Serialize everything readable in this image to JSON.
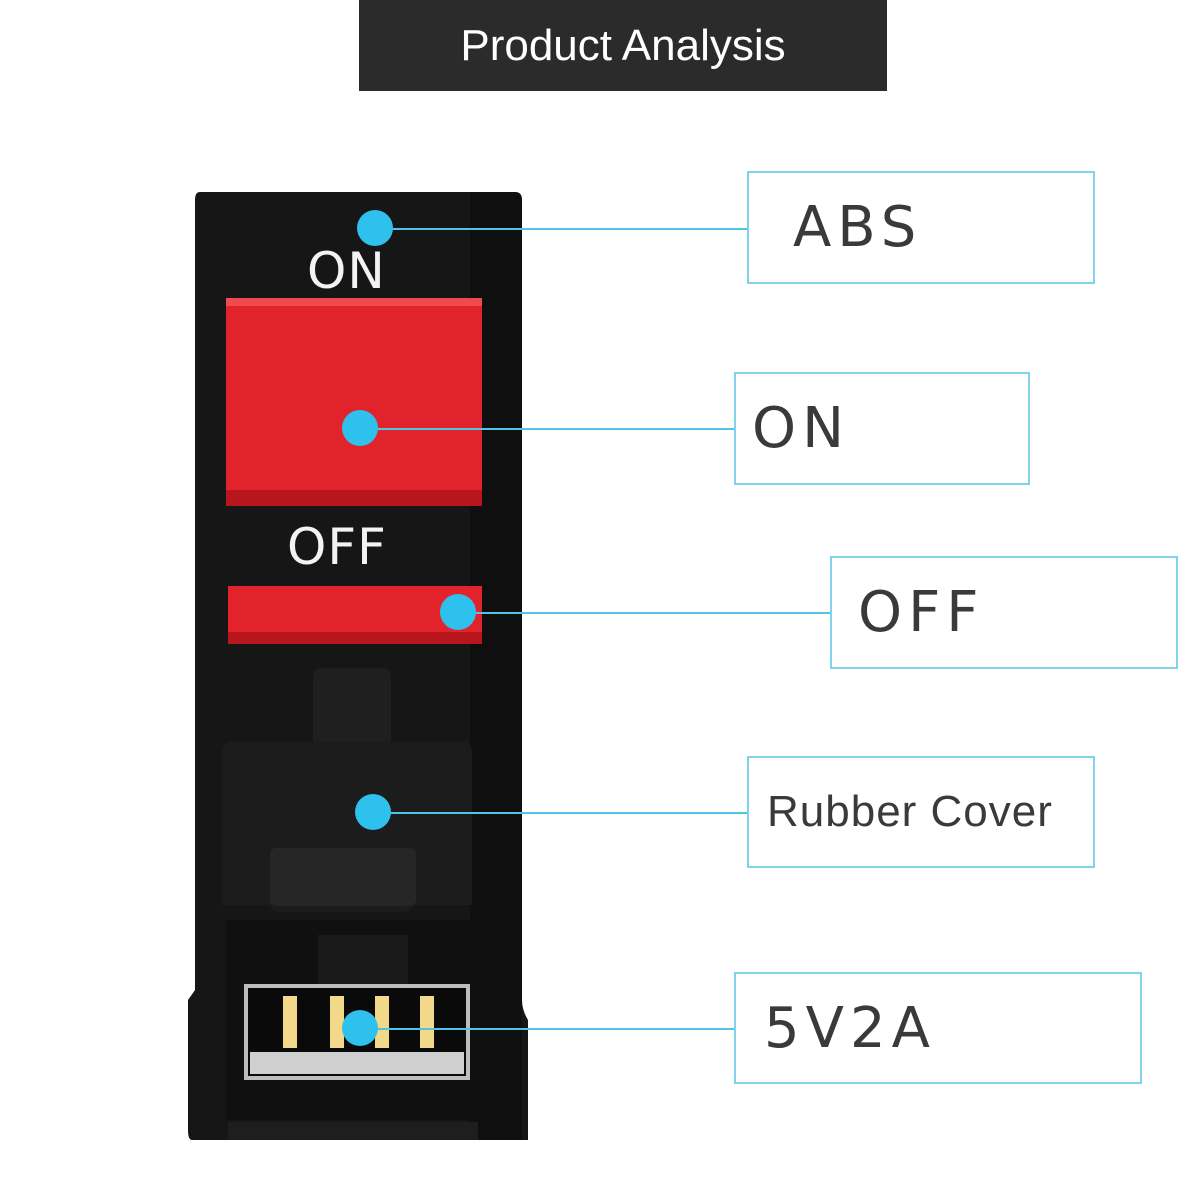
{
  "header": {
    "title": "Product Analysis"
  },
  "device": {
    "on_label": "ON",
    "off_label": "OFF"
  },
  "callouts": {
    "abs": "ABS",
    "on": "ON",
    "off": "OFF",
    "rubber_cover": "Rubber Cover",
    "usb": "5V2A"
  },
  "colors": {
    "header_bg": "#2b2b2b",
    "switch_red": "#e3232c",
    "callout_border": "#7fd3ea",
    "dot": "#2ec1ee",
    "body": "#141414"
  }
}
